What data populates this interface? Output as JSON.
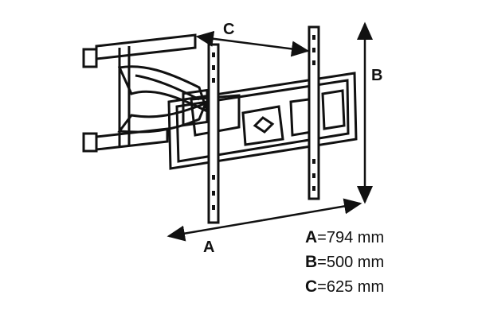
{
  "labels": {
    "a": "A",
    "b": "B",
    "c": "C"
  },
  "dimensions": [
    {
      "letter": "A",
      "sep": "=",
      "value": "794 mm"
    },
    {
      "letter": "B",
      "sep": "=",
      "value": "500 mm"
    },
    {
      "letter": "C",
      "sep": "=",
      "value": "625 mm"
    }
  ],
  "colors": {
    "ink": "#111111",
    "background": "#ffffff"
  }
}
